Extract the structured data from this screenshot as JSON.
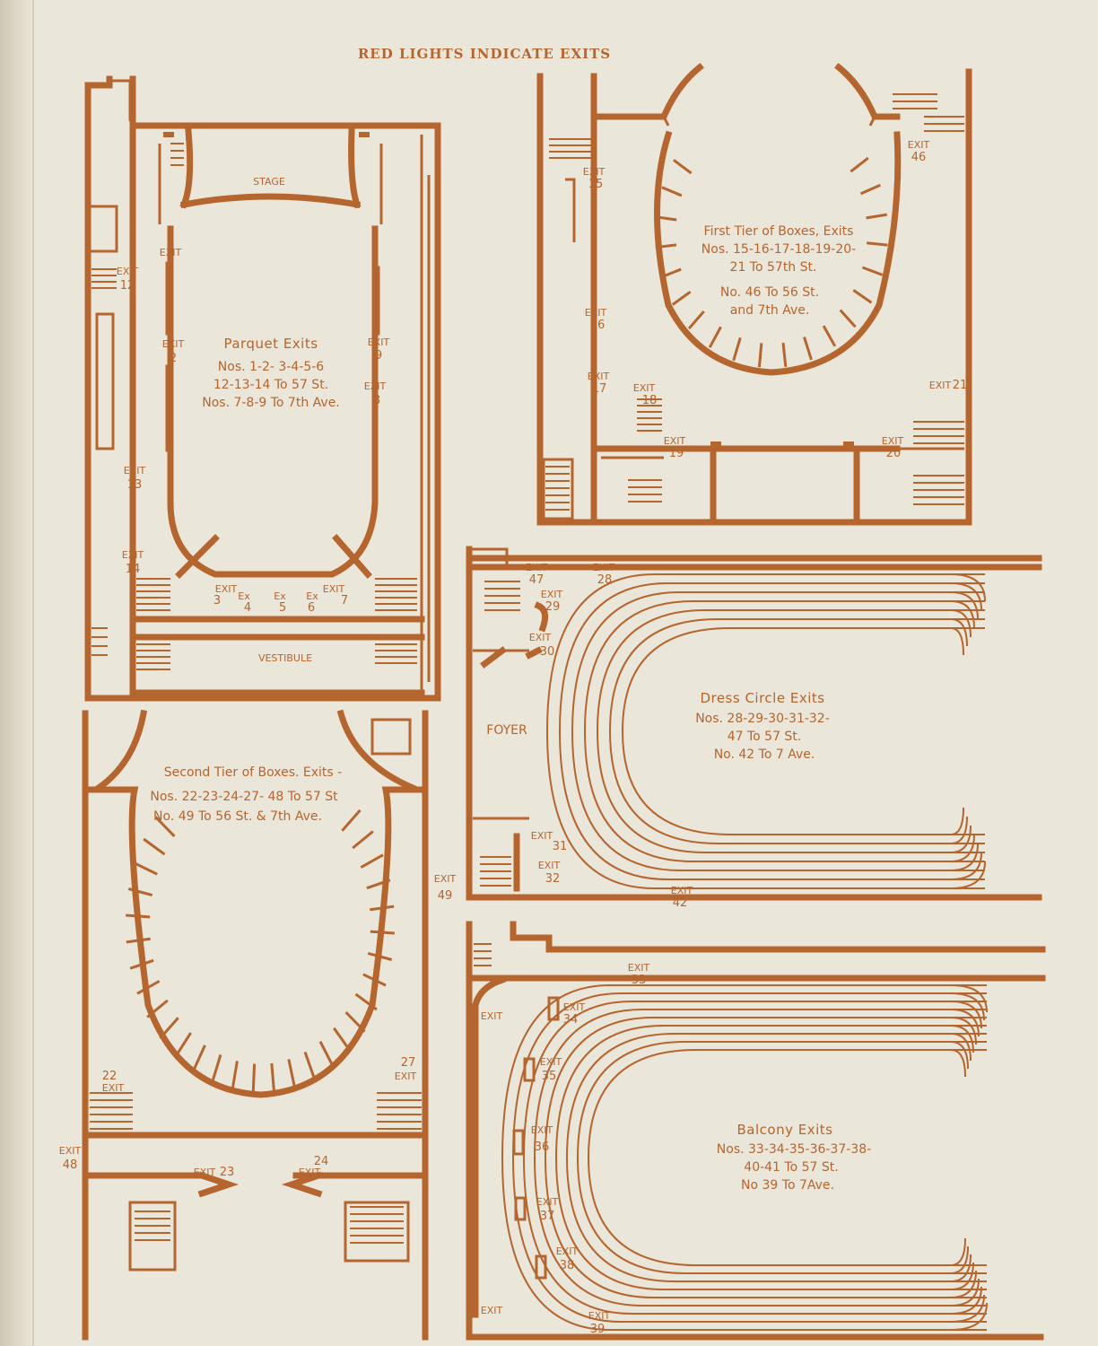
{
  "header": "RED LIGHTS INDICATE EXITS",
  "colors": {
    "ink": "#b5652e",
    "paper": "#ebe6da"
  },
  "parquet": {
    "stage": "STAGE",
    "vestibule": "VESTIBULE",
    "title": "Parquet Exits",
    "line1": "Nos. 1-2- 3-4-5-6",
    "line2": "12-13-14 To 57 St.",
    "line3": "Nos. 7-8-9 To 7th Ave."
  },
  "first_tier": {
    "line1": "First Tier of Boxes, Exits",
    "line2": "Nos. 15-16-17-18-19-20-",
    "line3": "21 To 57th St.",
    "line4": "No. 46 To 56 St.",
    "line5": "and 7th Ave."
  },
  "second_tier": {
    "line1": "Second Tier of Boxes. Exits -",
    "line2": "Nos. 22-23-24-27- 48 To 57 St",
    "line3": "No. 49 To 56 St. & 7th Ave."
  },
  "dress_circle": {
    "foyer": "FOYER",
    "line1": "Dress Circle Exits",
    "line2": "Nos. 28-29-30-31-32-",
    "line3": "47 To 57 St.",
    "line4": "No. 42 To 7 Ave."
  },
  "balcony": {
    "line1": "Balcony Exits",
    "line2": "Nos. 33-34-35-36-37-38-",
    "line3": "40-41 To 57 St.",
    "line4": "No 39 To 7Ave."
  },
  "exit_word": "EXIT",
  "ex_word": "Ex",
  "exits": {
    "e1": "1",
    "e2": "2",
    "e3": "3",
    "e4": "4",
    "e5": "5",
    "e6": "6",
    "e7": "7",
    "e8": "8",
    "e9": "9",
    "e12": "12",
    "e13": "13",
    "e14": "14",
    "e15": "15",
    "e16": "16",
    "e17": "17",
    "e18": "18",
    "e19": "19",
    "e20": "20",
    "e21": "21",
    "e22": "22",
    "e23": "23",
    "e24": "24",
    "e27": "27",
    "e28": "28",
    "e29": "29",
    "e30": "30",
    "e31": "31",
    "e32": "32",
    "e33": "33",
    "e34": "34",
    "e35": "35",
    "e36": "36",
    "e37": "37",
    "e38": "38",
    "e39": "39",
    "e42": "42",
    "e46": "46",
    "e47": "47",
    "e48": "48",
    "e49": "49"
  }
}
